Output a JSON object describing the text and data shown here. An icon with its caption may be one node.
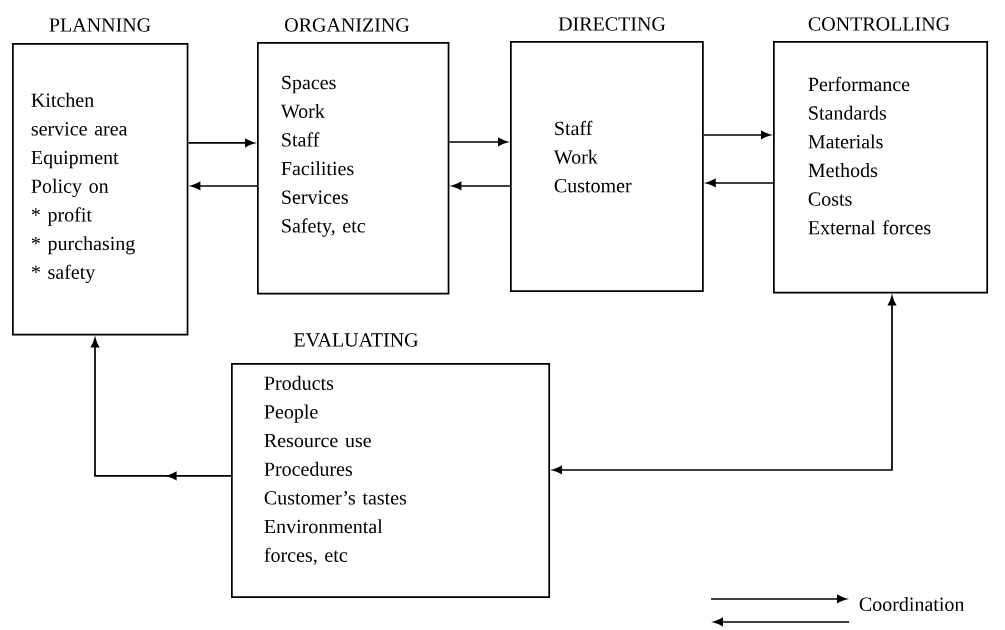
{
  "diagram": {
    "nodes": [
      {
        "text": [
          "PLANNING",
          "Kitchen service area",
          "Equipment",
          "Policy on",
          "* profit",
          "* purchasing",
          "* safety"
        ]
      },
      {
        "text": [
          "ORGANIZING",
          "Spaces",
          "Work",
          "Staff",
          "Facilities",
          "Services",
          "Safety, etc"
        ]
      },
      {
        "text": [
          "DIRECTING",
          "Staff",
          "Work",
          "Customer"
        ]
      },
      {
        "text": [
          "CONTROLLING",
          "Performance",
          "Standards",
          "Materials",
          "Methods",
          "Costs",
          "External forces"
        ]
      },
      {
        "text": [
          "EVALUATING",
          "Products",
          "People",
          "Resource use",
          "Procedures",
          "Customer’s tastes",
          "Environmental forces, etc"
        ]
      }
    ],
    "edges": [
      {
        "from": 0,
        "to": 1,
        "arrow": "to"
      },
      {
        "from": 1,
        "to": 0,
        "arrow": "to"
      },
      {
        "from": 1,
        "to": 2,
        "arrow": "to"
      },
      {
        "from": 2,
        "to": 1,
        "arrow": "to"
      },
      {
        "from": 2,
        "to": 3,
        "arrow": "to"
      },
      {
        "from": 3,
        "to": 2,
        "arrow": "to"
      },
      {
        "from": 4,
        "to": 0,
        "arrow": "to"
      },
      {
        "from": 4,
        "to": 3,
        "arrow": "both"
      }
    ],
    "legend": [
      {
        "text": "Coordination"
      }
    ]
  }
}
